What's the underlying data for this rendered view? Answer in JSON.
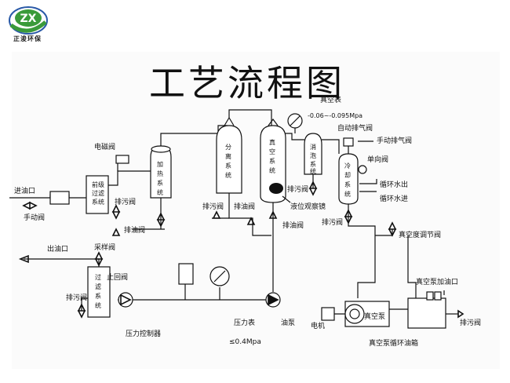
{
  "logo": {
    "mark": "ZX",
    "caption": "正浚环保"
  },
  "title": "工艺流程图",
  "equipment": {
    "prefilter": "前级过滤系统",
    "heating": "加热系统",
    "separation": "分离系统",
    "vacuum": "真空系统",
    "condensate": "消泡系统",
    "cooling": "冷却系统",
    "filter": "过滤系统",
    "vacuum_pump": "真空泵",
    "motor": "电机",
    "oil_pump": "油泵",
    "pressure_controller": "压力控制器",
    "vacuum_pump_oil_tank": "真空泵循环油箱"
  },
  "labels": {
    "inlet": "进油口",
    "outlet": "出油口",
    "manual_valve": "手动阀",
    "solenoid_valve": "电磁阀",
    "drain_valve": "排污阀",
    "oil_drain_valve": "排油阀",
    "sampling_valve": "采样阀",
    "check_valve": "止回阀",
    "level_sight_glass": "液位观察镜",
    "vacuum_gauge": "真空表",
    "vacuum_range": "-0.06~-0.095Mpa",
    "auto_exhaust_valve": "自动排气阀",
    "manual_exhaust_valve": "手动排气阀",
    "one_way_valve": "单向阀",
    "cooling_water_out": "循环水出",
    "cooling_water_in": "循环水进",
    "vacuum_adjust_valve": "真空度调节阀",
    "oil_fill_port": "真空泵加油口",
    "pressure_gauge": "压力表",
    "pressure_limit": "≤0.4Mpa"
  },
  "colors": {
    "line": "#111111",
    "logo_green": "#3a9a3a",
    "logo_blue": "#2a5aa8"
  }
}
